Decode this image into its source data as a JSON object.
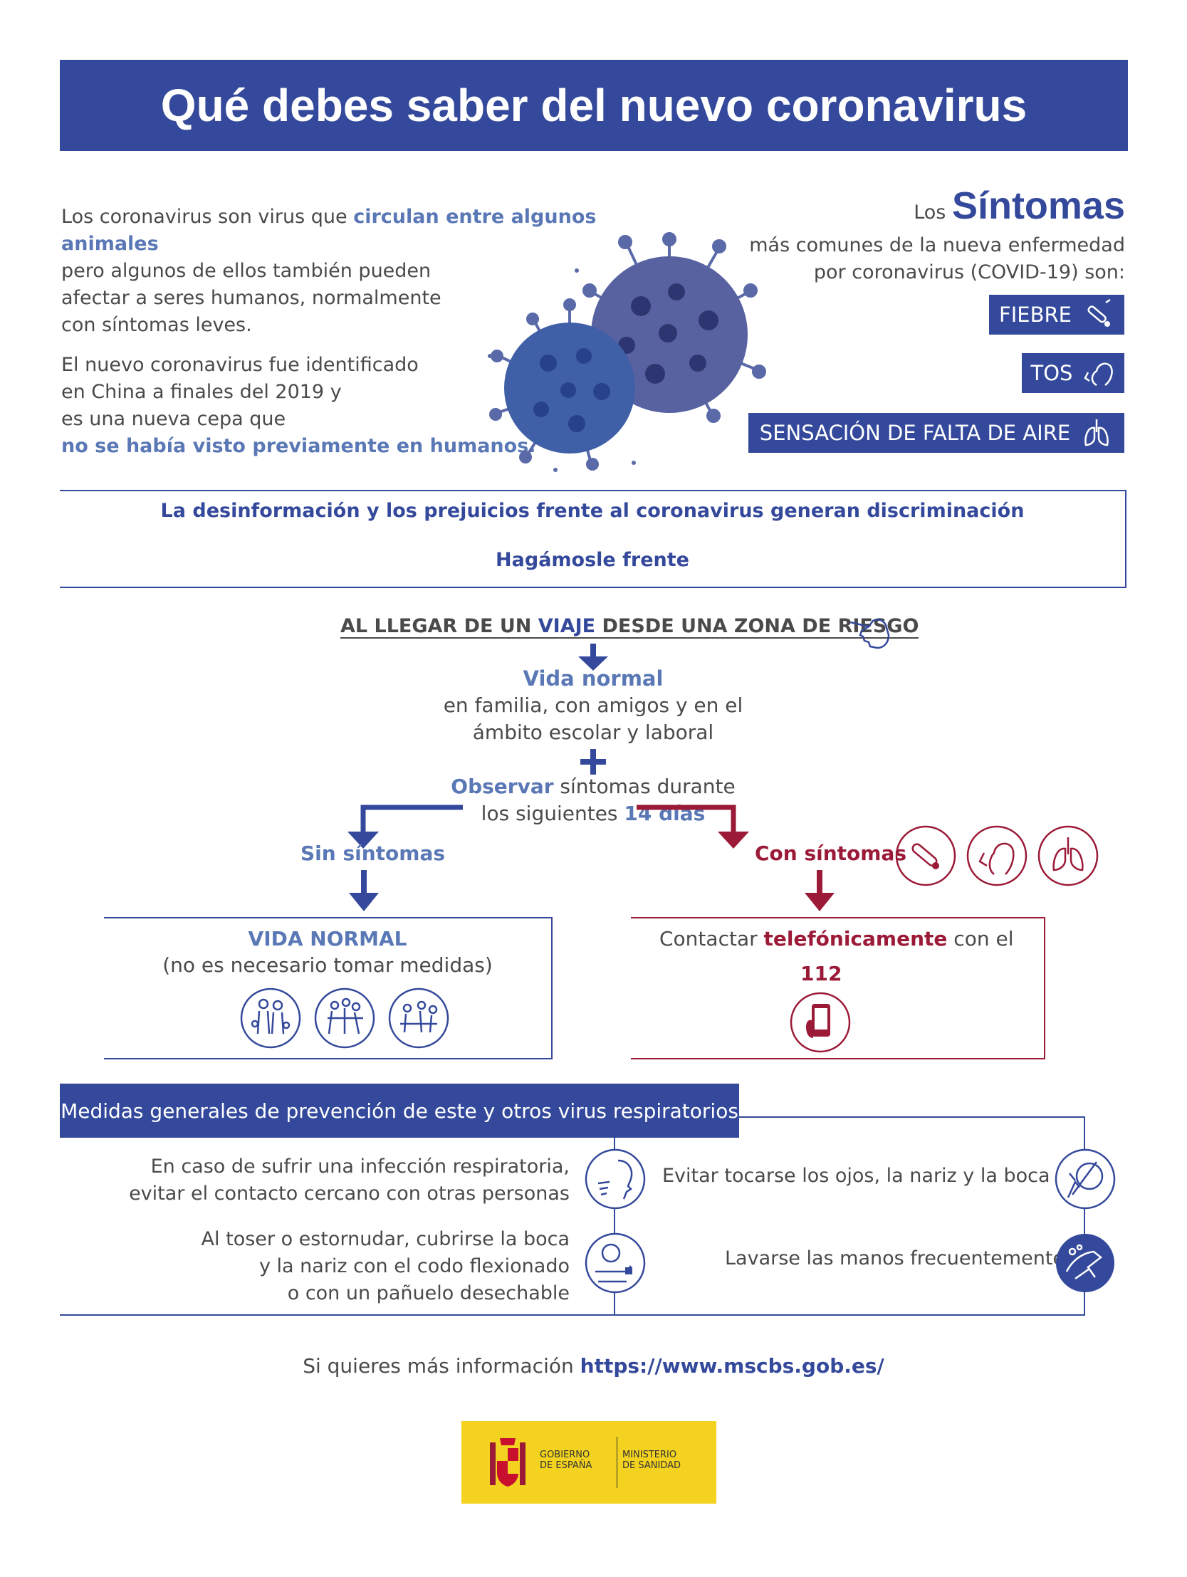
{
  "title": "Qué debes saber del nuevo coronavirus",
  "intro": {
    "p1_a": "Los coronavirus son virus que ",
    "p1_hl": "circulan entre algunos animales",
    "p1_b": "pero algunos de ellos también pueden",
    "p1_c": "afectar a seres humanos, normalmente",
    "p1_d": "con síntomas leves.",
    "p2_a": "El nuevo coronavirus fue identificado",
    "p2_b": "en China a finales del 2019 y",
    "p2_c": "es una nueva cepa que",
    "p2_hl": "no se había visto previamente en humanos."
  },
  "symptoms": {
    "los": "Los ",
    "heading": "Síntomas",
    "line1": "más comunes de la nueva enfermedad",
    "line2": "por coronavirus (COVID-19) son:",
    "items": [
      "FIEBRE",
      "TOS",
      "SENSACIÓN DE FALTA DE AIRE"
    ]
  },
  "discrimination": {
    "line1": "La desinformación y los prejuicios frente al coronavirus generan discriminación",
    "line2": "Hagámosle frente"
  },
  "travel": {
    "h_a": "AL LLEGAR DE UN ",
    "h_b": "VIAJE",
    "h_c": " DESDE UNA ZONA DE RIESGO",
    "vida_normal": "Vida normal",
    "vida_l1": "en familia, con amigos y en el",
    "vida_l2": "ámbito escolar y laboral",
    "obs_a": "Observar",
    "obs_b": " síntomas durante",
    "obs_c": "los siguientes ",
    "obs_d": "14 días",
    "sin": "Sin síntomas",
    "con": "Con síntomas",
    "vida_normal_caps": "VIDA NORMAL",
    "no_medidas": "(no es necesario tomar medidas)",
    "contact_a": "Contactar ",
    "contact_b": "telefónicamente",
    "contact_c": " con el",
    "phone": "112"
  },
  "prevention": {
    "header": "Medidas generales de prevención de este y otros virus respiratorios",
    "m1_l1": "En caso de sufrir una infección respiratoria,",
    "m1_l2": "evitar el contacto cercano con otras personas",
    "m2_l1": "Al toser o estornudar, cubrirse la boca",
    "m2_l2": "y la nariz con el codo flexionado",
    "m2_l3": "o con un pañuelo desechable",
    "m3": "Evitar tocarse los ojos, la nariz y la boca",
    "m4": "Lavarse las manos frecuentemente"
  },
  "more_info": {
    "text": "Si quieres más información ",
    "url": "https://www.mscbs.gob.es/"
  },
  "logo": {
    "gov_l1": "GOBIERNO",
    "gov_l2": "DE ESPAÑA",
    "min_l1": "MINISTERIO",
    "min_l2": "DE SANIDAD"
  },
  "colors": {
    "blue": "#34499b",
    "light_blue": "#5a78b5",
    "red": "#9b1a37",
    "yellow": "#f3d320"
  },
  "icons": [
    "virus-illustration",
    "thermometer-icon",
    "cough-icon",
    "lungs-icon",
    "pointing-hand-icon",
    "family-icon",
    "phone-icon",
    "no-contact-icon",
    "elbow-sneeze-icon",
    "touch-face-icon",
    "handwash-icon",
    "coat-of-arms"
  ]
}
